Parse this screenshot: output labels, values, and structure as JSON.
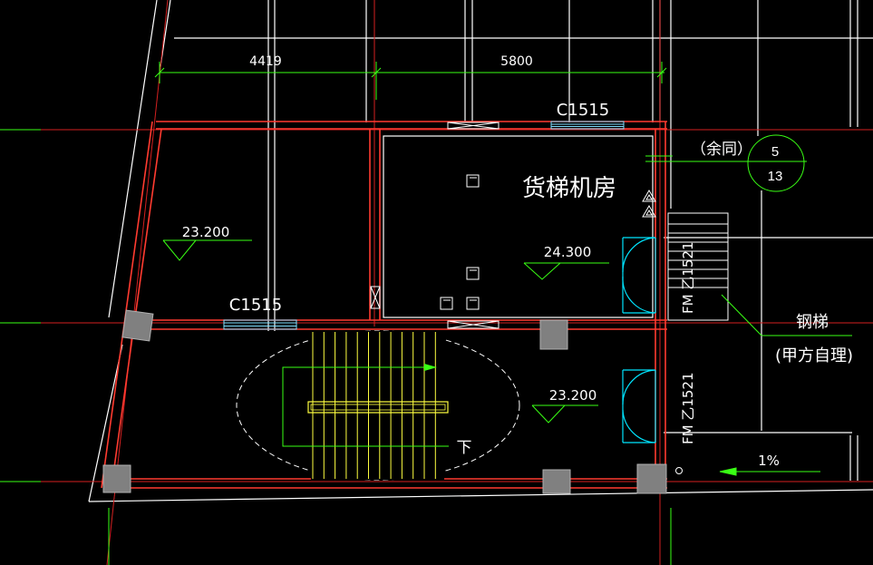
{
  "dimensions": {
    "dim_left": "4419",
    "dim_right": "5800"
  },
  "windows": {
    "window_top": "C1515",
    "window_left": "C1515"
  },
  "rooms": {
    "machine_room_label": "货梯机房"
  },
  "elevations": {
    "elev_left_room": "23.200",
    "elev_machine_room": "24.300",
    "elev_stair_hall": "23.200"
  },
  "doors": {
    "door_upper": "FM 乙1521",
    "door_lower": "FM 乙1521"
  },
  "stair": {
    "down_label": "下"
  },
  "notes": {
    "same_for_rest": "（余同）",
    "steel_stair": "钢梯",
    "owner_supplied": "(甲方自理)",
    "slope": "1%"
  },
  "detail_callout": {
    "detail_number": "5",
    "sheet_number": "13"
  },
  "colors": {
    "background": "#000000",
    "wall": "#ff3b30",
    "axis": "#d42020",
    "grid": "#ffffff",
    "door": "#00e5ff",
    "stair": "#ffff40",
    "dimension": "#39ff14",
    "column": "#808080"
  }
}
